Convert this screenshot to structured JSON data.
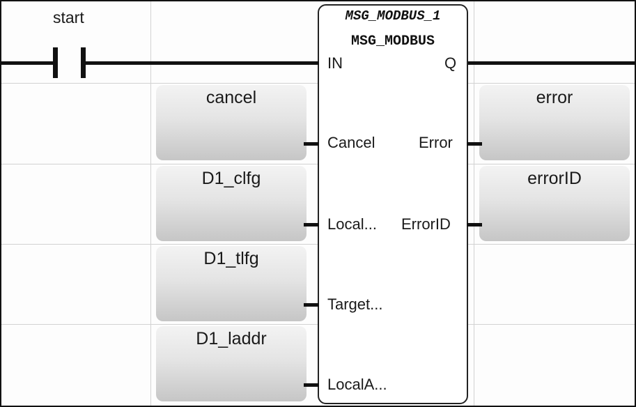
{
  "rung": {
    "contact_label": "start"
  },
  "function_block": {
    "instance_name": "MSG_MODBUS_1",
    "type_name": "MSG_MODBUS",
    "inputs": [
      "IN",
      "Cancel",
      "Local...",
      "Target...",
      "LocalA..."
    ],
    "outputs": [
      "Q",
      "Error",
      "ErrorID"
    ]
  },
  "input_variables": [
    "cancel",
    "D1_clfg",
    "D1_tlfg",
    "D1_laddr"
  ],
  "output_variables": [
    "error",
    "errorID"
  ]
}
